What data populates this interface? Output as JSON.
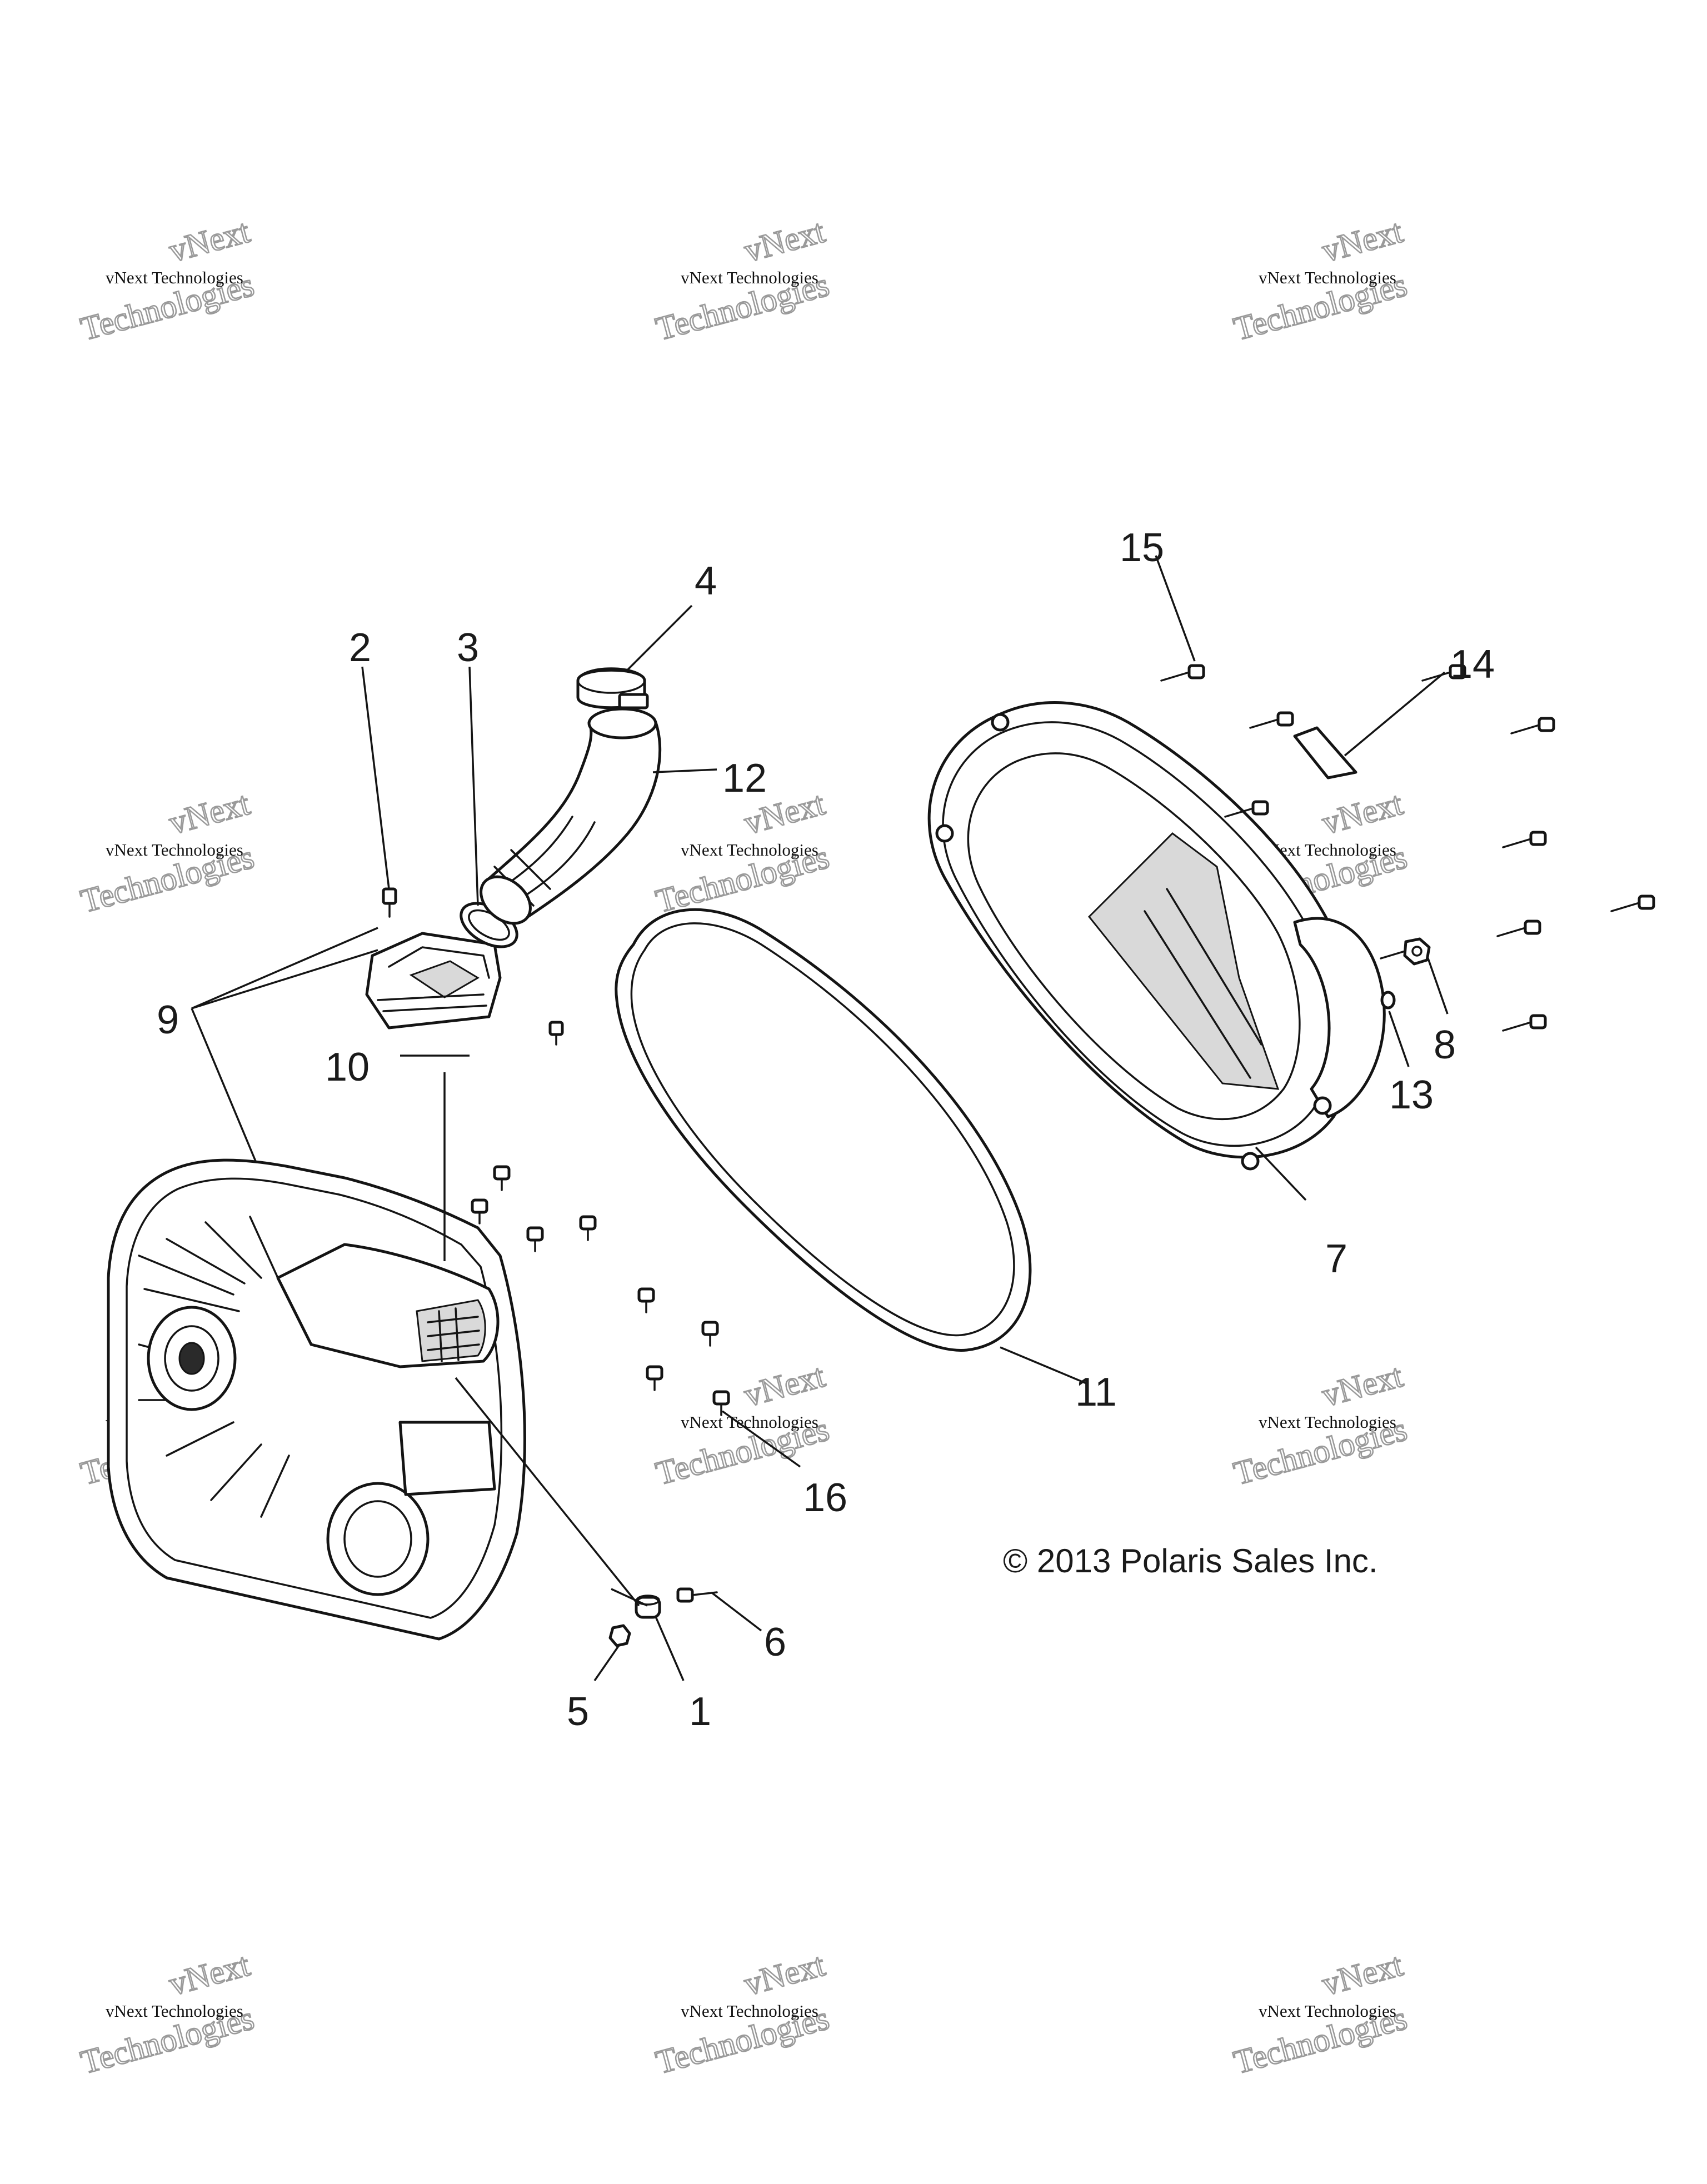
{
  "watermark": {
    "line1": "vNext Technologies",
    "line2": "vNext",
    "line3": "Technologies"
  },
  "copyright": "© 2013 Polaris Sales Inc.",
  "callouts": [
    "1",
    "2",
    "3",
    "4",
    "5",
    "6",
    "7",
    "8",
    "9",
    "10",
    "11",
    "12",
    "13",
    "14",
    "15",
    "16"
  ]
}
